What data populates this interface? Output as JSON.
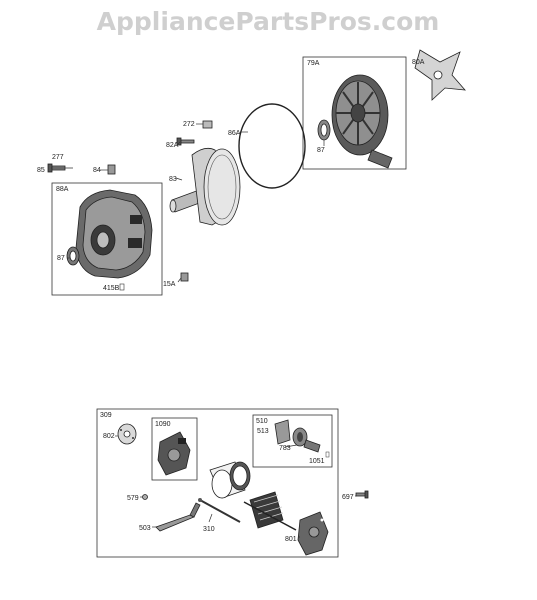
{
  "watermark": "AppliancePartsPros.com",
  "colors": {
    "watermark": "#cfcfcf",
    "line": "#333333",
    "part_dark": "#444444",
    "part_light": "#d8d8d8"
  },
  "labels": {
    "l272": "272",
    "l82A": "82A",
    "l86A": "86A",
    "l79A": "79A",
    "l80A": "80A",
    "l277": "277",
    "l85": "85",
    "l84": "84",
    "l83": "83",
    "l87a": "87",
    "l88A": "88A",
    "l87b": "87",
    "l415B": "415B",
    "l15A": "15A",
    "l309": "309",
    "l802": "802",
    "l1090": "1090",
    "l510": "510",
    "l513": "513",
    "l783": "783",
    "l1051": "1051",
    "l579": "579",
    "l697": "697",
    "l310": "310",
    "l503": "503",
    "l801": "801"
  }
}
